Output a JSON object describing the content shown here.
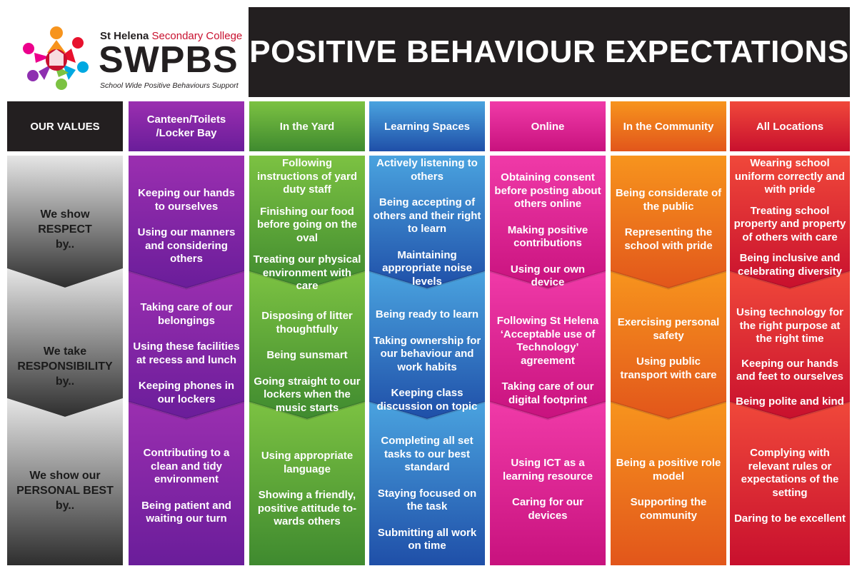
{
  "header": {
    "school_name_part1": "St Helena",
    "school_name_part2": "Secondary College",
    "brand": "SWPBS",
    "tagline": "School Wide Positive Behaviours Support",
    "title": "POSITIVE BEHAVIOUR EXPECTATIONS"
  },
  "values": {
    "heading": "OUR VALUES",
    "rows": [
      {
        "line1": "We show",
        "line2": "RESPECT",
        "line3": "by.."
      },
      {
        "line1": "We take",
        "line2": "RESPONSIBILITY",
        "line3": "by.."
      },
      {
        "line1": "We show our",
        "line2": "PERSONAL BEST",
        "line3": "by.."
      }
    ]
  },
  "columns": [
    {
      "heading": "Canteen/Toilets /Locker Bay",
      "top": "#9b2fb0",
      "bottom": "#6a1d9a",
      "rows": [
        [
          "Keeping our hands to ourselves",
          "Using our manners and considering others"
        ],
        [
          "Taking care of our belongings",
          "Using these facilities at recess and lunch",
          "Keeping phones in our lockers"
        ],
        [
          "Contributing to a clean and tidy environment",
          "Being patient and waiting our turn"
        ]
      ]
    },
    {
      "heading": "In the Yard",
      "top": "#7cc242",
      "bottom": "#3f8a2f",
      "rows": [
        [
          "Following instructions of yard duty staff",
          "Finishing our food before going on the oval",
          "Treating our physical environment with care"
        ],
        [
          "Disposing of litter thoughtfully",
          "Being sunsmart",
          "Going straight to our lockers when the music starts"
        ],
        [
          "Using appropriate language",
          "Showing a friendly, positive attitude to-wards others"
        ]
      ]
    },
    {
      "heading": "Learning Spaces",
      "top": "#4aa3df",
      "bottom": "#1f4fa8",
      "rows": [
        [
          "Actively listening to others",
          "Being accepting of others and their right to learn",
          "Maintaining appropriate noise levels"
        ],
        [
          "Being ready to learn",
          "Taking ownership for our behaviour and work habits",
          "Keeping class discussion on topic"
        ],
        [
          "Completing all set tasks to our best standard",
          "Staying focused on the task",
          "Submitting all work on time"
        ]
      ]
    },
    {
      "heading": "Online",
      "top": "#f03aa8",
      "bottom": "#c8127e",
      "rows": [
        [
          "Obtaining consent before posting about others online",
          "Making positive contributions",
          "Using our own device"
        ],
        [
          "Following St Helena ‘Acceptable use of Technology’ agreement",
          "Taking care of our digital footprint"
        ],
        [
          "Using ICT as a learning resource",
          "Caring for our devices"
        ]
      ]
    },
    {
      "heading": "In the Community",
      "top": "#f7941d",
      "bottom": "#e2561b",
      "rows": [
        [
          "Being considerate of the public",
          "Representing the school with pride"
        ],
        [
          "Exercising personal safety",
          "Using public transport with care"
        ],
        [
          "Being a positive role model",
          "Supporting the community"
        ]
      ]
    },
    {
      "heading": "All Locations",
      "top": "#f0483a",
      "bottom": "#c8102e",
      "rows": [
        [
          "Wearing school uniform correctly and with pride",
          "Treating school property and property of others with care",
          "Being inclusive and celebrating diversity"
        ],
        [
          "Using technology for the right purpose at the right time",
          "Keeping our hands and feet to ourselves",
          "Being polite and kind"
        ],
        [
          "Complying with relevant rules or expectations of the setting",
          "Daring to be excellent"
        ]
      ]
    }
  ],
  "colors": {
    "dark": "#231f20",
    "values_light": "#d9d9d9",
    "values_dark": "#3a3a3a"
  }
}
